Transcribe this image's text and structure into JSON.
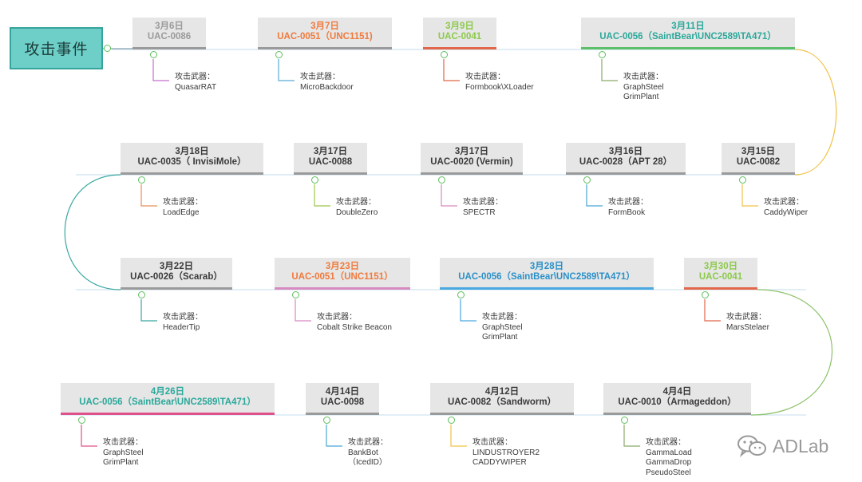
{
  "root": {
    "label": "攻击事件"
  },
  "events": [
    {
      "date": "3月6日",
      "actor": "UAC-0086",
      "weapon_label": "攻击武器：",
      "weapons": [
        "QuasarRAT"
      ],
      "accent": "#9a9a9a",
      "bar": "#9a9a9a",
      "line": "#c86fd0"
    },
    {
      "date": "3月7日",
      "actor": "UAC-0051（UNC1151)",
      "weapon_label": "攻击武器：",
      "weapons": [
        "MicroBackdoor"
      ],
      "accent": "#f07a3c",
      "bar": "#9a9a9a",
      "line": "#5aaad6"
    },
    {
      "date": "3月9日",
      "actor": "UAC-0041",
      "weapon_label": "攻击武器：",
      "weapons": [
        "Formbook\\XLoader"
      ],
      "accent": "#8cc94a",
      "bar": "#e2664a",
      "line": "#e2664a"
    },
    {
      "date": "3月11日",
      "actor": "UAC-0056（SaintBear\\UNC2589\\TA471）",
      "weapon_label": "攻击武器：",
      "weapons": [
        "GraphSteel",
        "GrimPlant"
      ],
      "accent": "#2aa89a",
      "bar": "#5cc06a",
      "line": "#8aaa6a"
    },
    {
      "date": "3月15日",
      "actor": "UAC-0082",
      "weapon_label": "攻击武器：",
      "weapons": [
        "CaddyWiper"
      ],
      "accent": "#3a3a3a",
      "bar": "#9a9a9a",
      "line": "#f0c24a"
    },
    {
      "date": "3月16日",
      "actor": "UAC-0028（APT 28）",
      "weapon_label": "攻击武器：",
      "weapons": [
        "FormBook"
      ],
      "accent": "#3a3a3a",
      "bar": "#9a9a9a",
      "line": "#4aa8d6"
    },
    {
      "date": "3月17日",
      "actor": "UAC-0020 (Vermin)",
      "weapon_label": "攻击武器：",
      "weapons": [
        "SPECTR"
      ],
      "accent": "#3a3a3a",
      "bar": "#9a9a9a",
      "line": "#d68ac0"
    },
    {
      "date": "3月17日",
      "actor": "UAC-0088",
      "weapon_label": "攻击武器：",
      "weapons": [
        "DoubleZero"
      ],
      "accent": "#3a3a3a",
      "bar": "#9a9a9a",
      "line": "#9cc84a"
    },
    {
      "date": "3月18日",
      "actor": "UAC-0035（ InvisiMole）",
      "weapon_label": "攻击武器：",
      "weapons": [
        "LoadEdge"
      ],
      "accent": "#3a3a3a",
      "bar": "#9a9a9a",
      "line": "#e8905a"
    },
    {
      "date": "3月22日",
      "actor": "UAC-0026（Scarab）",
      "weapon_label": "攻击武器：",
      "weapons": [
        "HeaderTip"
      ],
      "accent": "#3a3a3a",
      "bar": "#9a9a9a",
      "line": "#3aa8a0"
    },
    {
      "date": "3月23日",
      "actor": "UAC-0051（UNC1151）",
      "weapon_label": "攻击武器：",
      "weapons": [
        "Cobalt Strike Beacon"
      ],
      "accent": "#f07a3c",
      "bar": "#d68ac0",
      "line": "#d68ac0"
    },
    {
      "date": "3月28日",
      "actor": "UAC-0056（SaintBear\\UNC2589\\TA471）",
      "weapon_label": "攻击武器：",
      "weapons": [
        "GraphSteel",
        "GrimPlant"
      ],
      "accent": "#2a90c8",
      "bar": "#4aa8e0",
      "line": "#4aa8e0"
    },
    {
      "date": "3月30日",
      "actor": "UAC-0041",
      "weapon_label": "攻击武器：",
      "weapons": [
        "MarsStelaer"
      ],
      "accent": "#8cc94a",
      "bar": "#e2664a",
      "line": "#e2664a"
    },
    {
      "date": "4月4日",
      "actor": "UAC-0010（Armageddon）",
      "weapon_label": "攻击武器：",
      "weapons": [
        "GammaLoad",
        "GammaDrop",
        "PseudoSteel"
      ],
      "accent": "#3a3a3a",
      "bar": "#9a9a9a",
      "line": "#8aaa6a"
    },
    {
      "date": "4月12日",
      "actor": "UAC-0082（Sandworm）",
      "weapon_label": "攻击武器：",
      "weapons": [
        "LINDUSTROYER2",
        "CADDYWIPER"
      ],
      "accent": "#3a3a3a",
      "bar": "#9a9a9a",
      "line": "#f0c24a"
    },
    {
      "date": "4月14日",
      "actor": "UAC-0098",
      "weapon_label": "攻击武器：",
      "weapons": [
        "BankBot",
        "（IcedID）"
      ],
      "accent": "#3a3a3a",
      "bar": "#9a9a9a",
      "line": "#4aa8d6"
    },
    {
      "date": "4月26日",
      "actor": "UAC-0056（SaintBear\\UNC2589\\TA471）",
      "weapon_label": "攻击武器：",
      "weapons": [
        "GraphSteel",
        "GrimPlant"
      ],
      "accent": "#2aa89a",
      "bar": "#e0508a",
      "line": "#e0508a"
    }
  ],
  "watermark": {
    "text": "ADLab",
    "icon": "wechat-icon"
  }
}
